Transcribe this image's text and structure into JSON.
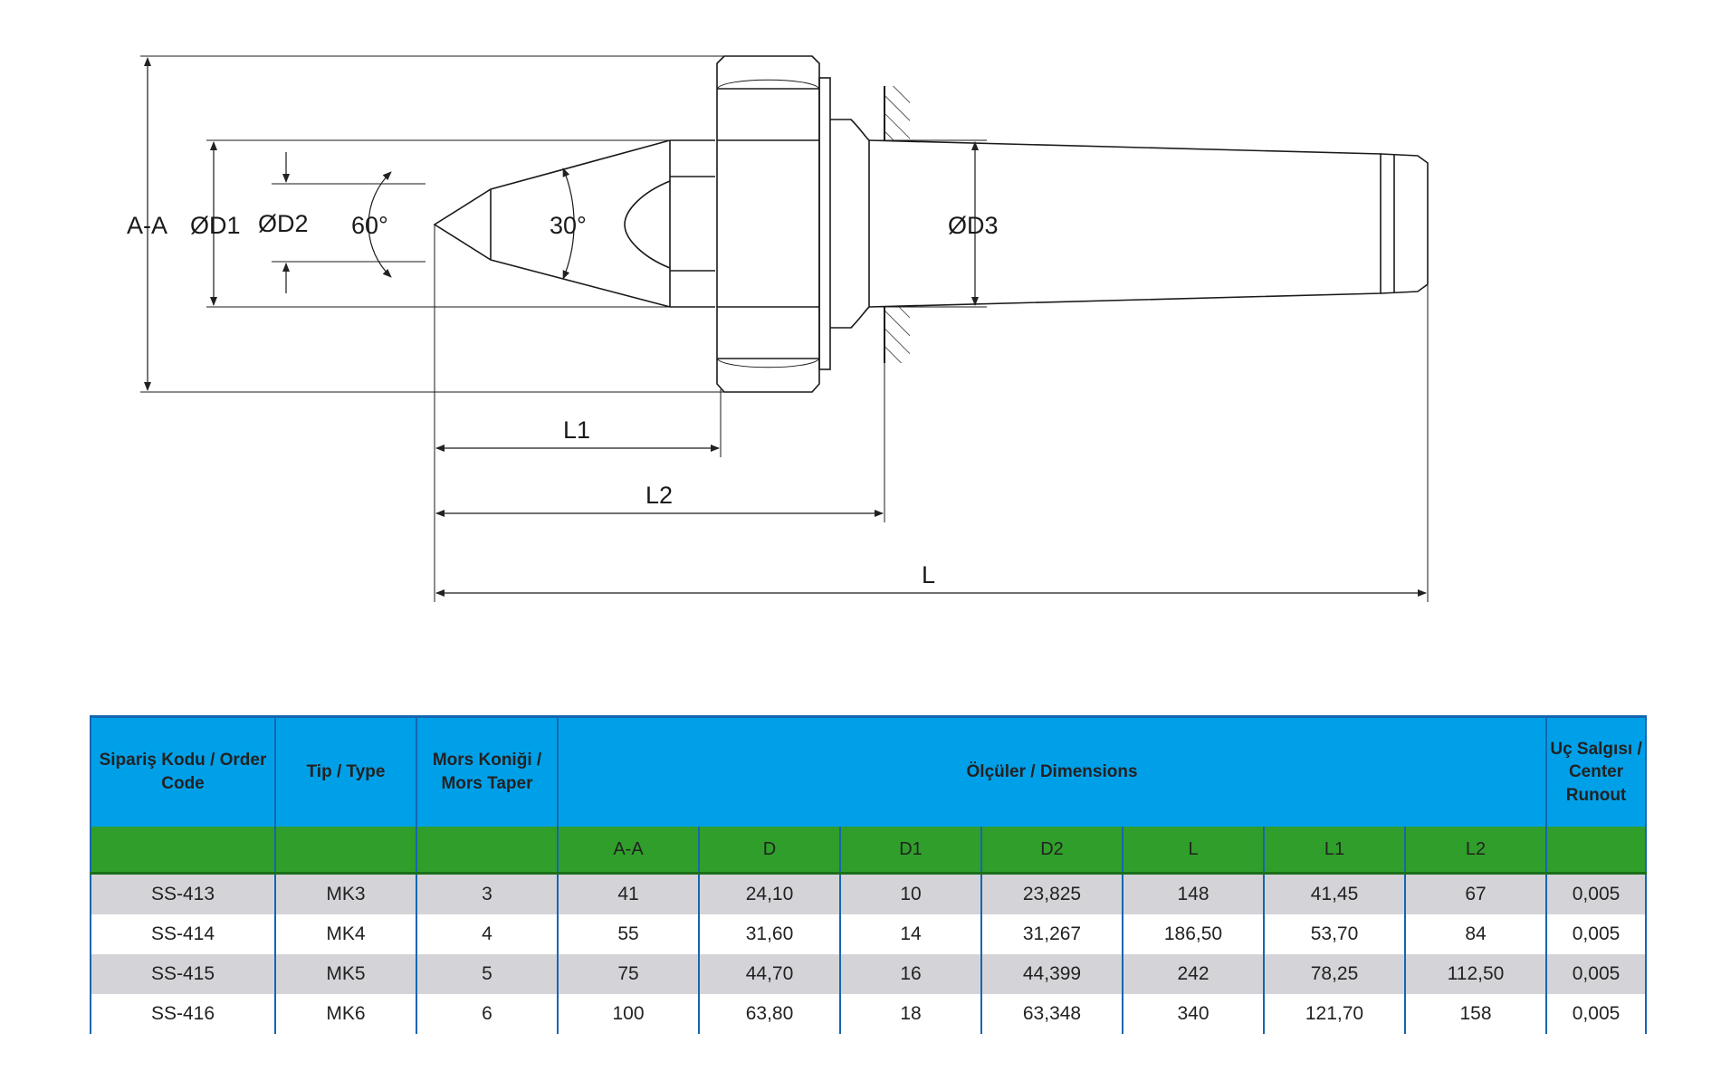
{
  "drawing": {
    "labels": {
      "aa": "A-A",
      "d1": "ØD1",
      "d2": "ØD2",
      "angle_tip": "60°",
      "angle_cone": "30°",
      "d3": "ØD3",
      "l1": "L1",
      "l2": "L2",
      "l": "L"
    }
  },
  "table": {
    "header": {
      "order_code": "Sipariş Kodu / Order Code",
      "type": "Tip / Type",
      "mors_taper": "Mors Koniği / Mors Taper",
      "dimensions": "Ölçüler / Dimensions",
      "runout": "Uç Salgısı / Center Runout"
    },
    "subheader": [
      "A-A",
      "D",
      "D1",
      "D2",
      "L",
      "L1",
      "L2"
    ],
    "rows": [
      [
        "SS-413",
        "MK3",
        "3",
        "41",
        "24,10",
        "10",
        "23,825",
        "148",
        "41,45",
        "67",
        "0,005"
      ],
      [
        "SS-414",
        "MK4",
        "4",
        "55",
        "31,60",
        "14",
        "31,267",
        "186,50",
        "53,70",
        "84",
        "0,005"
      ],
      [
        "SS-415",
        "MK5",
        "5",
        "75",
        "44,70",
        "16",
        "44,399",
        "242",
        "78,25",
        "112,50",
        "0,005"
      ],
      [
        "SS-416",
        "MK6",
        "6",
        "100",
        "63,80",
        "18",
        "63,348",
        "340",
        "121,70",
        "158",
        "0,005"
      ]
    ]
  },
  "colors": {
    "header_blue": "#00a0e9",
    "subheader_green": "#2f9e2a",
    "row_gray": "#d4d4d8",
    "border_blue": "#1566b0"
  }
}
